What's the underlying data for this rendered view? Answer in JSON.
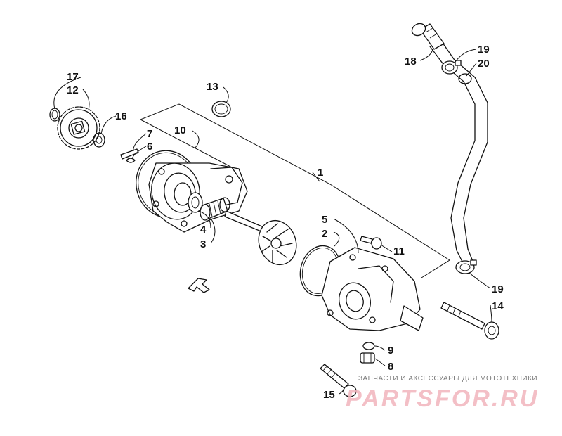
{
  "callouts": {
    "p1": "1",
    "p2": "2",
    "p3": "3",
    "p4": "4",
    "p5": "5",
    "p6": "6",
    "p7": "7",
    "p8": "8",
    "p9": "9",
    "p10": "10",
    "p11": "11",
    "p12": "12",
    "p13": "13",
    "p14": "14",
    "p15": "15",
    "p16": "16",
    "p17": "17",
    "p18": "18",
    "p19a": "19",
    "p19b": "19",
    "p20": "20"
  },
  "watermark": {
    "tagline": "ЗАПЧАСТИ И АКСЕССУАРЫ ДЛЯ МОТОТЕХНИКИ",
    "logo": "PARTSFOR.RU"
  },
  "colors": {
    "line": "#111111",
    "watermark": "#f2b5bd",
    "background": "#ffffff"
  }
}
